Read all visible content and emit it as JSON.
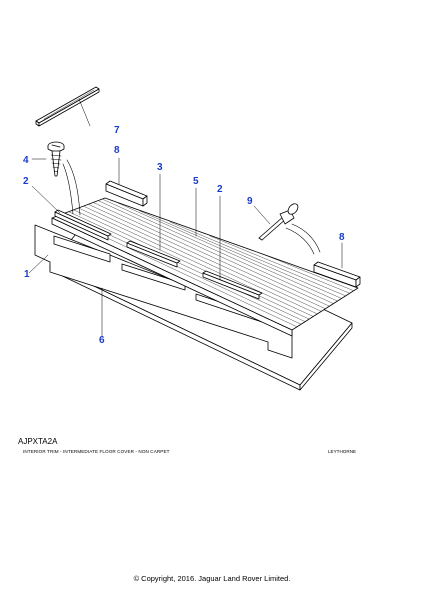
{
  "callouts": {
    "c1": "1",
    "c2a": "2",
    "c2b": "2",
    "c3": "3",
    "c4": "4",
    "c5": "5",
    "c6": "6",
    "c7": "7",
    "c8a": "8",
    "c8b": "8",
    "c9": "9"
  },
  "footer": {
    "code": "AJPXTA2A",
    "description": "INTERIOR TRIM -  INTERMEDIATE FLOOR COVER - NON CARPET",
    "vehicle": "LEYTHORNE",
    "copyright": "© Copyright, 2016. Jaguar Land Rover Limited."
  },
  "colors": {
    "callout": "#1a3cc8",
    "line": "#000000"
  }
}
